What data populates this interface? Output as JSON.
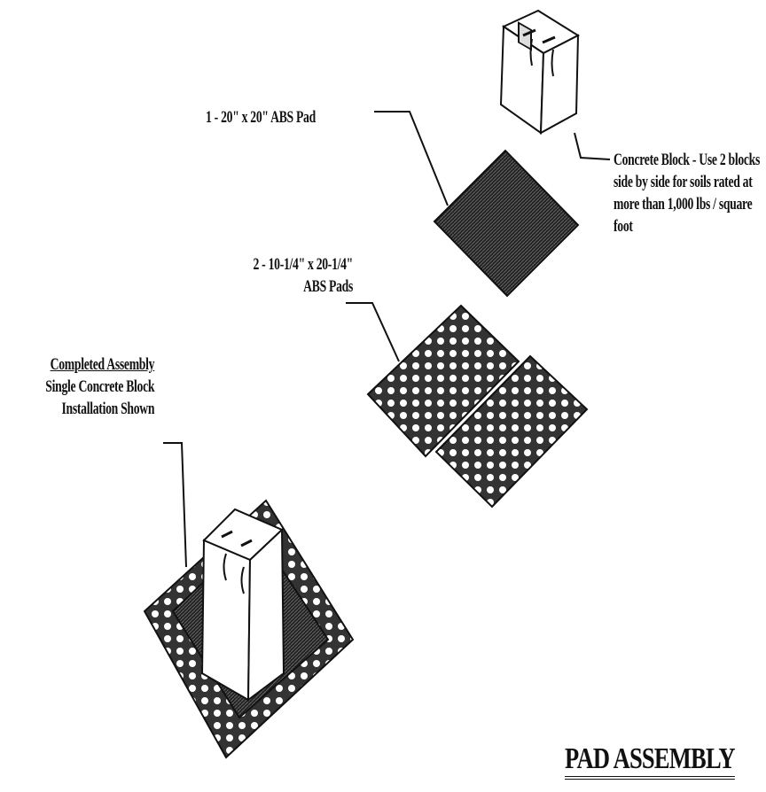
{
  "title": "PAD ASSEMBLY",
  "labels": {
    "pad_top": "1 - 20\" x 20\" ABS Pad",
    "block": "Concrete Block - Use 2 blocks side by side for soils rated at more than 1,000 lbs / square foot",
    "pads2_line1": "2 - 10-1/4\" x 20-1/4\"",
    "pads2_line2": "ABS Pads",
    "complete_line1": "Completed Assembly",
    "complete_line2": "Single Concrete Block",
    "complete_line3": "Installation Shown"
  }
}
